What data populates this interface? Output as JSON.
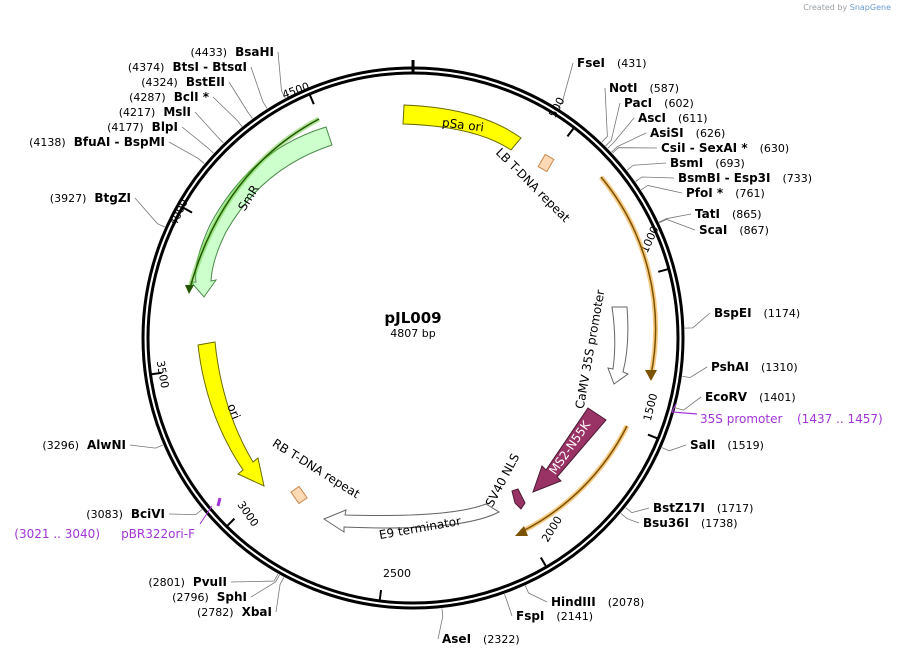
{
  "credit": {
    "prefix": "Created by",
    "brand": "SnapGene"
  },
  "plasmid": {
    "name": "pJL009",
    "size_label": "4807 bp",
    "length": 4807
  },
  "ticks": [
    "500",
    "1000",
    "1500",
    "2000",
    "2500",
    "3000",
    "3500",
    "4000",
    "4500"
  ],
  "sites": [
    {
      "name": "FseI",
      "pos": "(431)"
    },
    {
      "name": "NotI",
      "pos": "(587)"
    },
    {
      "name": "PacI",
      "pos": "(602)"
    },
    {
      "name": "AscI",
      "pos": "(611)"
    },
    {
      "name": "AsiSI",
      "pos": "(626)"
    },
    {
      "name": "CsiI - SexAI *",
      "pos": "(630)"
    },
    {
      "name": "BsmI",
      "pos": "(693)"
    },
    {
      "name": "BsmBI - Esp3I",
      "pos": "(733)"
    },
    {
      "name": "PfoI *",
      "pos": "(761)"
    },
    {
      "name": "TatI",
      "pos": "(865)"
    },
    {
      "name": "ScaI",
      "pos": "(867)"
    },
    {
      "name": "BspEI",
      "pos": "(1174)"
    },
    {
      "name": "PshAI",
      "pos": "(1310)"
    },
    {
      "name": "EcoRV",
      "pos": "(1401)"
    },
    {
      "name": "SalI",
      "pos": "(1519)"
    },
    {
      "name": "BstZ17I",
      "pos": "(1717)"
    },
    {
      "name": "Bsu36I",
      "pos": "(1738)"
    },
    {
      "name": "HindIII",
      "pos": "(2078)"
    },
    {
      "name": "FspI",
      "pos": "(2141)"
    },
    {
      "name": "AseI",
      "pos": "(2322)"
    },
    {
      "name": "XbaI",
      "pos": "(2782)"
    },
    {
      "name": "SphI",
      "pos": "(2796)"
    },
    {
      "name": "PvuII",
      "pos": "(2801)"
    },
    {
      "name": "BciVI",
      "pos": "(3083)"
    },
    {
      "name": "AlwNI",
      "pos": "(3296)"
    },
    {
      "name": "BtgZI",
      "pos": "(3927)"
    },
    {
      "name": "BfuAI - BspMI",
      "pos": "(4138)"
    },
    {
      "name": "BlpI",
      "pos": "(4177)"
    },
    {
      "name": "MslI",
      "pos": "(4217)"
    },
    {
      "name": "BclI *",
      "pos": "(4287)"
    },
    {
      "name": "BstEII",
      "pos": "(4324)"
    },
    {
      "name": "BtsI - BtsαI",
      "pos": "(4374)"
    },
    {
      "name": "BsaHI",
      "pos": "(4433)"
    }
  ],
  "primers": [
    {
      "name": "35S promoter",
      "pos": "(1437 .. 1457)"
    },
    {
      "name": "pBR322ori-F",
      "pos": "(3021 .. 3040)"
    }
  ],
  "features": [
    {
      "name": "pSa ori",
      "color": "#ffff00"
    },
    {
      "name": "LB T-DNA repeat",
      "color": "#fdd9b5"
    },
    {
      "name": "CaMV 35S promoter",
      "color": "#ffffff"
    },
    {
      "name": "MS2-N55K",
      "color": "#993366"
    },
    {
      "name": "SV40 NLS",
      "color": "#993366"
    },
    {
      "name": "E9 terminator",
      "color": "#ffffff"
    },
    {
      "name": "RB T-DNA repeat",
      "color": "#fdd9b5"
    },
    {
      "name": "ori",
      "color": "#ffff00"
    },
    {
      "name": "SmR",
      "color": "#ccffcc"
    }
  ],
  "colors": {
    "backbone": "#000000",
    "primer": "#a335d6",
    "orange_arc": "#f0a020",
    "green_arc": "#339900"
  }
}
